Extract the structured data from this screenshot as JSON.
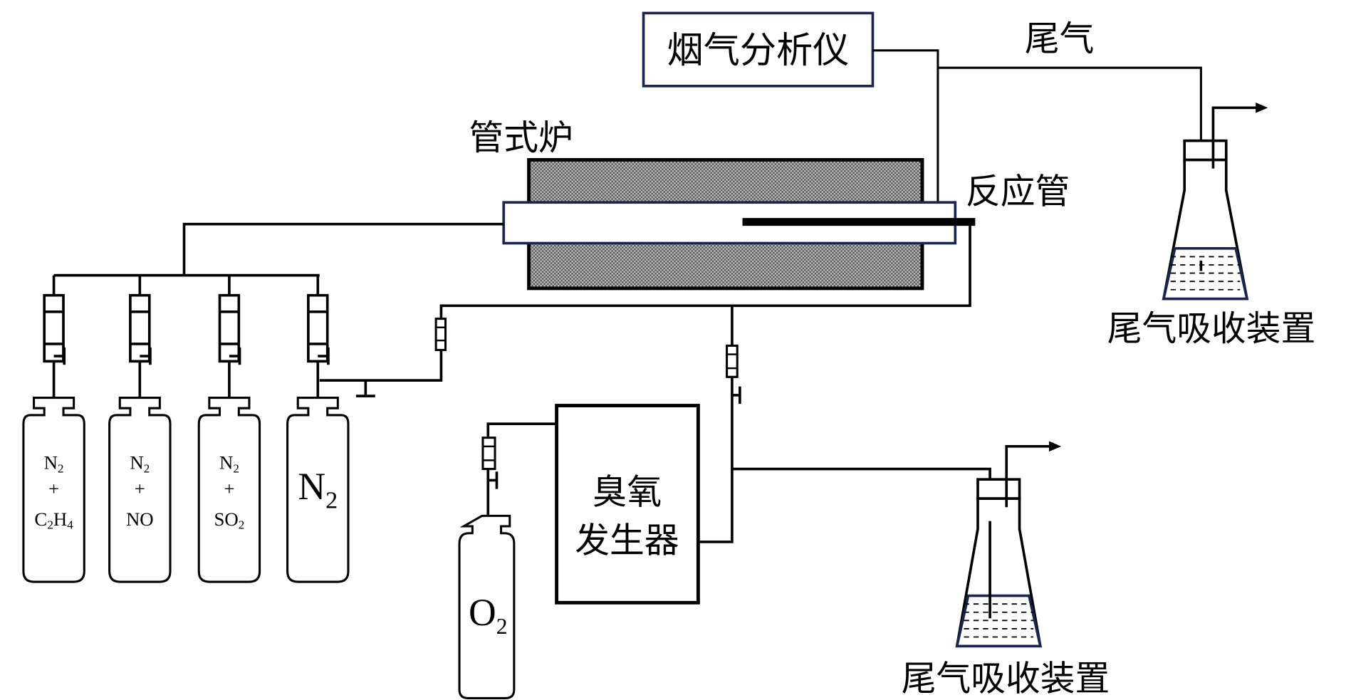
{
  "labels": {
    "flue_gas_analyzer": "烟气分析仪",
    "exhaust": "尾气",
    "tube_furnace": "管式炉",
    "reaction_tube": "反应管",
    "absorber_top": "尾气吸收装置",
    "absorber_bottom": "尾气吸收装置",
    "ozone_generator_line1": "臭氧",
    "ozone_generator_line2": "发生器"
  },
  "cylinders": [
    {
      "lines": [
        "N",
        "+",
        "C₂H₄"
      ],
      "main": "N",
      "sub": "2",
      "gas2": "C",
      "gas2_sub": "2",
      "gas2_rest": "H",
      "gas2_sub2": "4"
    },
    {
      "main": "N",
      "sub": "2",
      "plus": "+",
      "gas2": "NO"
    },
    {
      "main": "N",
      "sub": "2",
      "plus": "+",
      "gas2": "SO",
      "gas2_sub": "2"
    },
    {
      "main": "N",
      "sub": "2"
    }
  ],
  "o2_cylinder": {
    "main": "O",
    "sub": "2"
  },
  "plus": "+",
  "colors": {
    "line": "#000000",
    "frame": "#1a2550",
    "liquid_fill": "#ffffff"
  }
}
